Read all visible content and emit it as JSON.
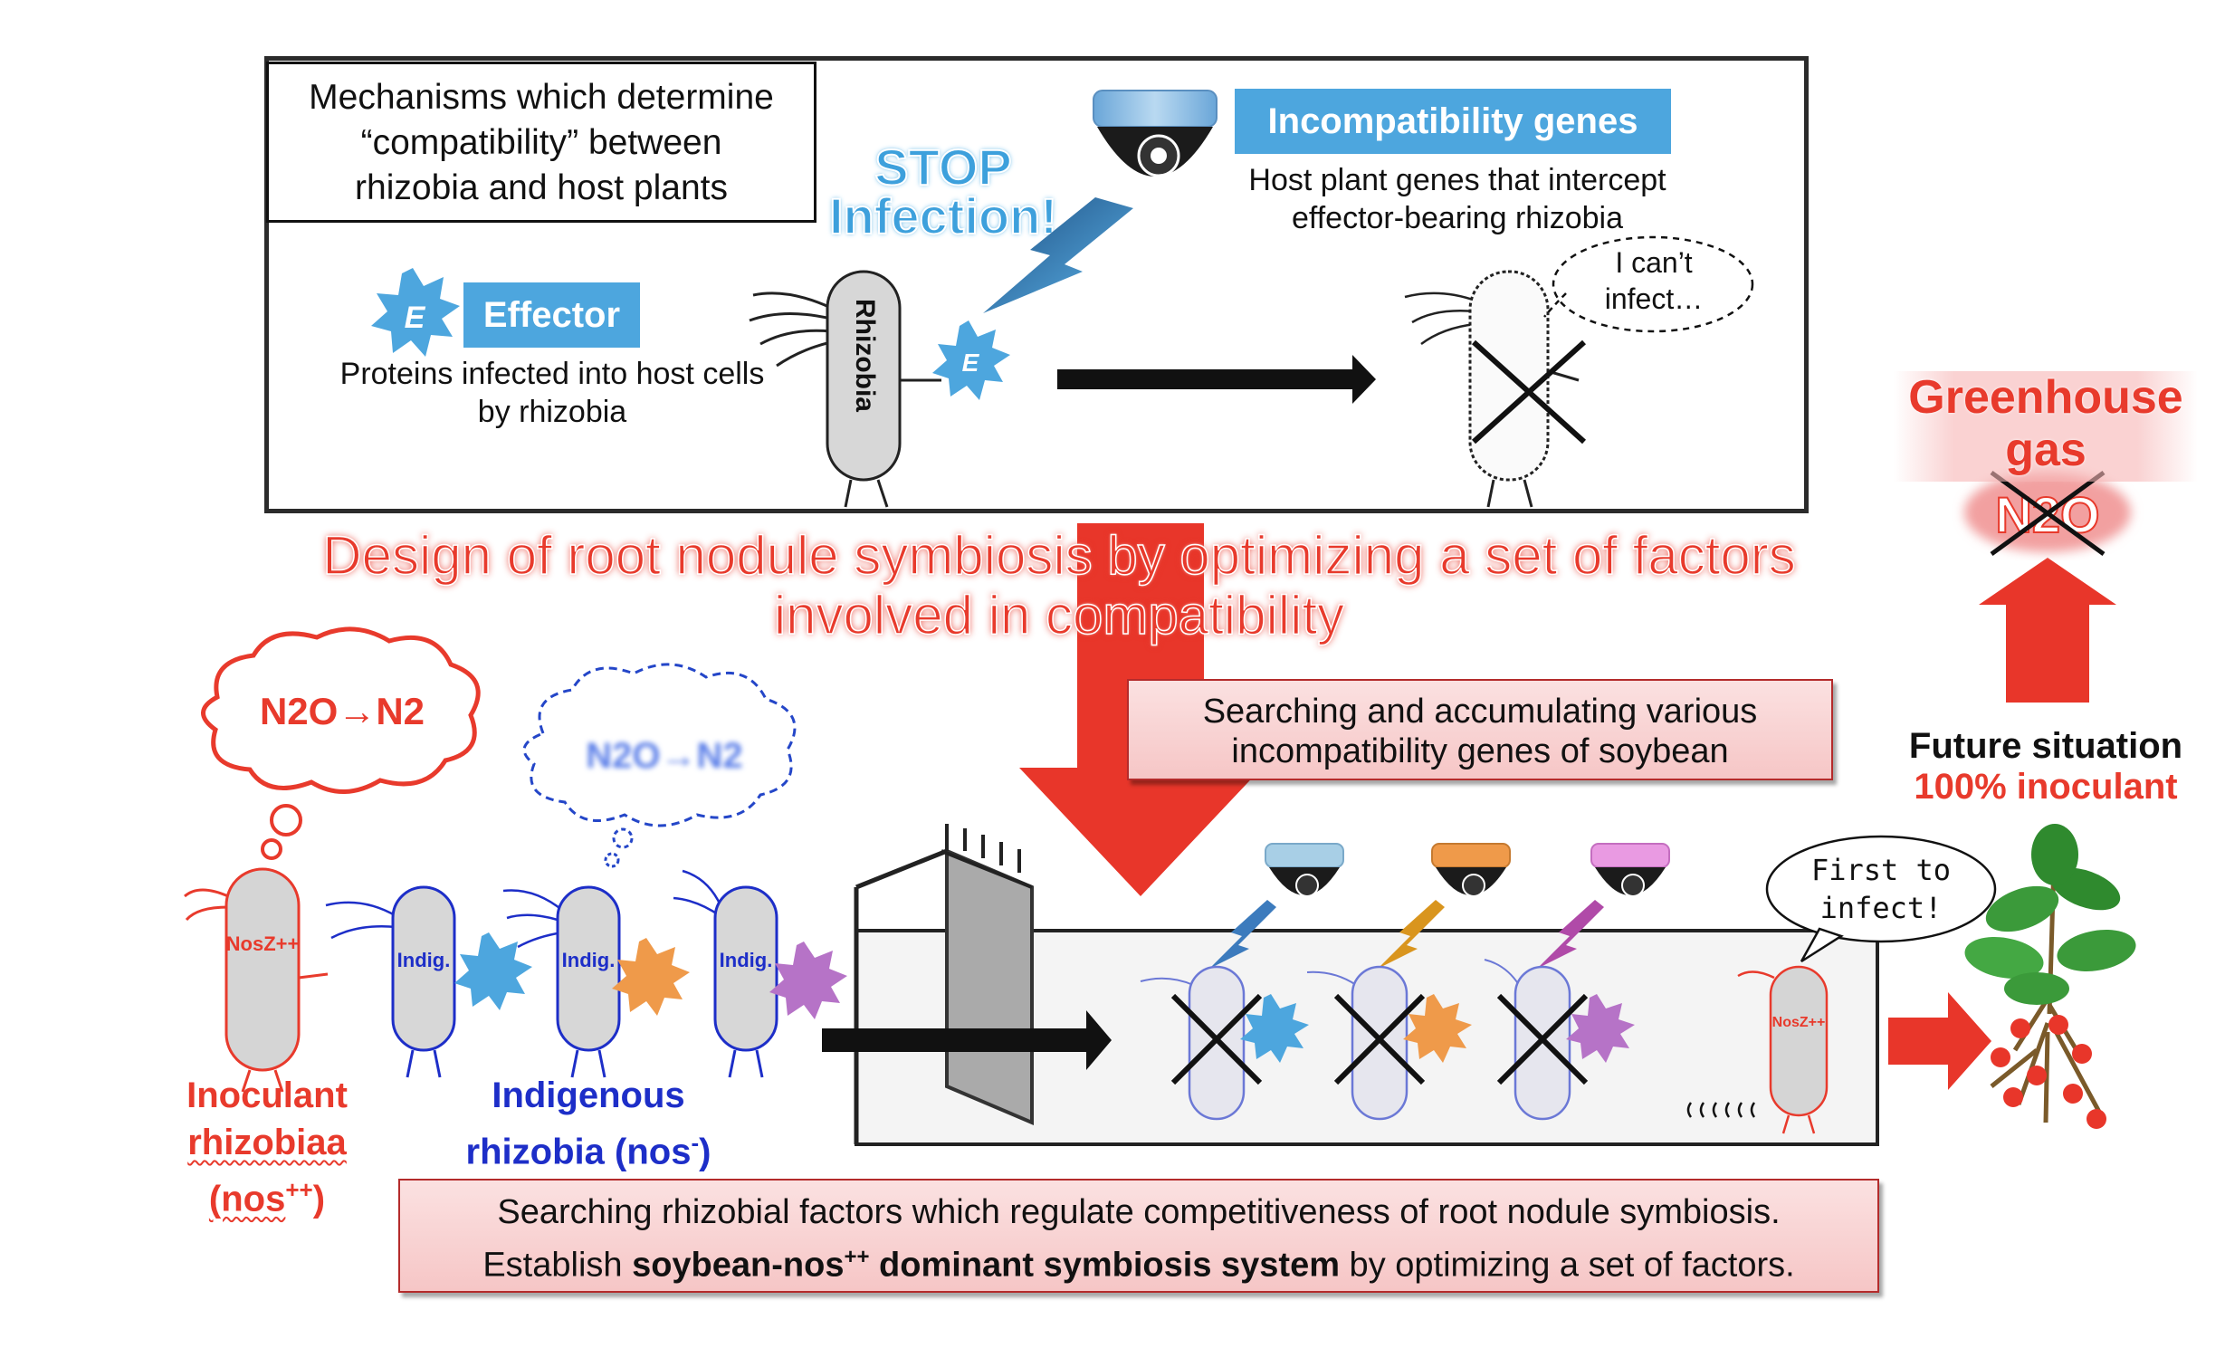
{
  "top_panel": {
    "mechanism_box": [
      "Mechanisms which determine",
      "“compatibility” between",
      "rhizobia and host plants"
    ],
    "stop_text": [
      "STOP",
      "Infection!"
    ],
    "effector": {
      "label": "Effector",
      "badge": "E",
      "desc": [
        "Proteins infected into host cells",
        "by rhizobia"
      ]
    },
    "incompat": {
      "label": "Incompatibility genes",
      "desc": [
        "Host plant genes that intercept",
        "effector-bearing rhizobia"
      ]
    },
    "rhizobia_label": "Rhizobia",
    "cant_bubble": [
      "I can’t",
      "infect…"
    ]
  },
  "main_title": [
    "Design of root nodule symbiosis by optimizing a set of factors",
    "involved in compatibility"
  ],
  "search_incompat": [
    "Searching and accumulating various",
    "incompatibility genes of soybean"
  ],
  "search_rhizobial": {
    "line1": "Searching rhizobial factors which regulate competitiveness of root nodule symbiosis.",
    "line2_pre": "Establish ",
    "line2_bold": "soybean-nos",
    "line2_sup": "++",
    "line2_bold2": " dominant symbiosis system",
    "line2_post": " by optimizing a set of factors."
  },
  "bubbles": {
    "red": "N2O→N2",
    "blue_blurred": "N2O→N2"
  },
  "bacteria": {
    "inoculant_tag": "NosZ++",
    "indig_tag": "Indig."
  },
  "labels": {
    "inoculant": [
      "Inoculant",
      "rhizobiaa",
      "(nos",
      "++",
      ")"
    ],
    "indigenous": [
      "Indigenous",
      "rhizobia (nos",
      "-",
      ")"
    ]
  },
  "first_bubble": [
    "First to",
    "infect!"
  ],
  "greenhouse": {
    "title": [
      "Greenhouse",
      "gas"
    ],
    "molecule": "N2O"
  },
  "future": {
    "line1": "Future situation",
    "line2": "100% inoculant"
  },
  "colors": {
    "red": "#e83a2c",
    "blue": "#4da6de",
    "indig_blue": "#1d2ec8",
    "orange": "#ef9a4a",
    "violet": "#b673c7"
  }
}
